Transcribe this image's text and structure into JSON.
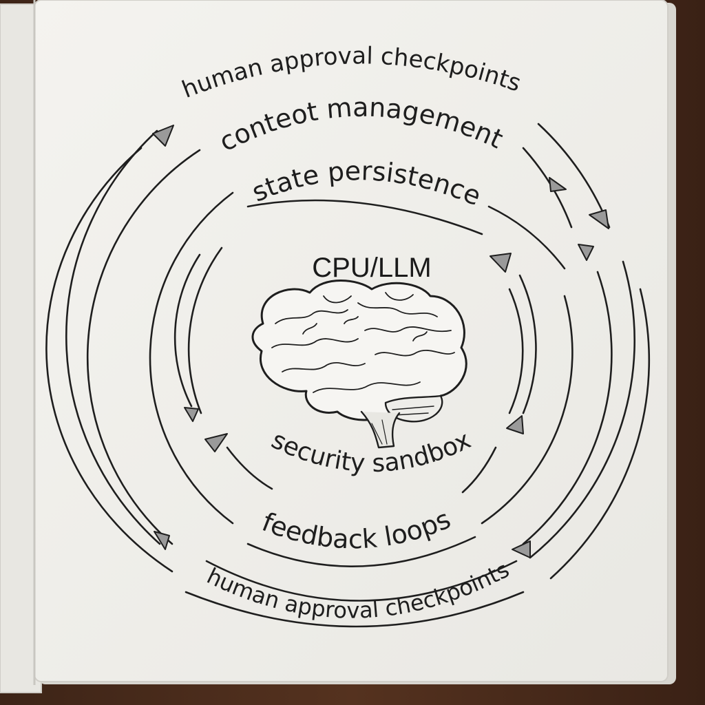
{
  "diagram": {
    "outer_ring_top": "human approval checkpoints",
    "ring_2_top": "conteot management",
    "ring_3_top": "state persistence",
    "center_title": "CPU/LLM",
    "center_icon": "brain-icon",
    "inner_ring_bottom": "security sandbox",
    "ring_bottom_2": "feedback loops",
    "outer_ring_bottom": "human approval checkpoints"
  },
  "colors": {
    "paper": "#f1f0ec",
    "ink": "#1e1e1e",
    "arrow_fill": "#9a9a9a",
    "table_wood": "#4a2c1d"
  }
}
